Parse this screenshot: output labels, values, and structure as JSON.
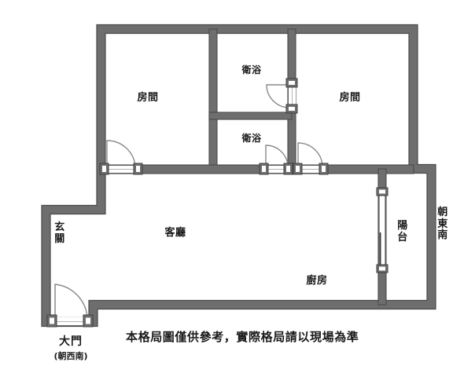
{
  "figure": {
    "kind": "floor-plan",
    "title_text": "",
    "background_color": "#ffffff",
    "wall_color": "#6e6e6e",
    "wall_outline_color": "#3f3f3f",
    "door_arc_color": "#808080",
    "text_color": "#1a1a1a"
  },
  "rooms": [
    {
      "id": "bedroom-left",
      "label": "房間",
      "meaning": "bedroom"
    },
    {
      "id": "bathroom-upper",
      "label": "衛浴",
      "meaning": "bathroom"
    },
    {
      "id": "bedroom-right",
      "label": "房間",
      "meaning": "bedroom"
    },
    {
      "id": "bathroom-lower",
      "label": "衛浴",
      "meaning": "bathroom"
    },
    {
      "id": "living-room",
      "label": "客廳",
      "meaning": "living room"
    },
    {
      "id": "kitchen",
      "label": "廚房",
      "meaning": "kitchen"
    },
    {
      "id": "foyer",
      "label": "玄關",
      "meaning": "entry foyer"
    },
    {
      "id": "balcony",
      "label": "陽台",
      "meaning": "balcony"
    }
  ],
  "labels": {
    "bedroom_left": "房間",
    "bedroom_right": "房間",
    "bathroom_upper": "衛浴",
    "bathroom_lower": "衛浴",
    "living_room": "客廳",
    "kitchen": "廚房",
    "foyer_char_1": "玄",
    "foyer_char_2": "關",
    "balcony_char_1": "陽",
    "balcony_char_2": "台",
    "orientation_right_char_1": "朝",
    "orientation_right_char_2": "東",
    "orientation_right_char_3": "南"
  },
  "annotations": {
    "main_door_label": "大門",
    "main_door_orientation": "(朝西南)",
    "orientation_right_full": "朝東南",
    "disclaimer": "本格局圖僅供參考，實際格局請以現場為準"
  },
  "doors": [
    {
      "id": "main-entrance-door",
      "label": "大門",
      "swing": "quarter-arc",
      "orientation": "朝西南"
    },
    {
      "id": "bedroom-left-door",
      "label": "",
      "swing": "quarter-arc"
    },
    {
      "id": "bathroom-lower-door",
      "label": "",
      "swing": "quarter-arc"
    },
    {
      "id": "bedroom-right-door",
      "label": "",
      "swing": "quarter-arc"
    },
    {
      "id": "bathroom-upper-door",
      "label": "",
      "swing": "quarter-arc"
    }
  ],
  "openings": [
    {
      "id": "balcony-sliding-opening",
      "type": "sliding-window"
    },
    {
      "id": "bedroom-left-opening",
      "type": "door-threshold"
    }
  ]
}
